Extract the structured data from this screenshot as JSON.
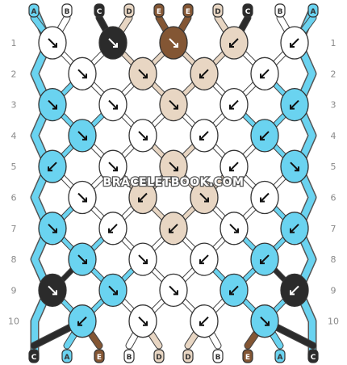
{
  "watermark": "BRACELETBOOK.COM",
  "colors": {
    "A": "#6ad3f0",
    "B": "#ffffff",
    "C": "#2b2b2b",
    "D": "#e8d6c3",
    "E": "#835634"
  },
  "top_strings": [
    "A",
    "B",
    "C",
    "D",
    "E",
    "E",
    "D",
    "C",
    "B",
    "A"
  ],
  "bottom_strings": [
    "C",
    "A",
    "E",
    "B",
    "D",
    "D",
    "B",
    "E",
    "A",
    "C"
  ],
  "rows": [
    {
      "label": "1",
      "knots": [
        {
          "c": "B",
          "d": "r"
        },
        {
          "c": "C",
          "d": "r"
        },
        {
          "c": "E",
          "d": "r"
        },
        {
          "c": "D",
          "d": "l"
        },
        {
          "c": "B",
          "d": "l"
        }
      ]
    },
    {
      "label": "2",
      "knots": [
        {
          "c": "B",
          "d": "r"
        },
        {
          "c": "D",
          "d": "r"
        },
        {
          "c": "D",
          "d": "l"
        },
        {
          "c": "B",
          "d": "l"
        }
      ]
    },
    {
      "label": "3",
      "knots": [
        {
          "c": "A",
          "d": "r"
        },
        {
          "c": "B",
          "d": "r"
        },
        {
          "c": "D",
          "d": "r"
        },
        {
          "c": "B",
          "d": "l"
        },
        {
          "c": "A",
          "d": "l"
        }
      ]
    },
    {
      "label": "4",
      "knots": [
        {
          "c": "A",
          "d": "r"
        },
        {
          "c": "B",
          "d": "r"
        },
        {
          "c": "B",
          "d": "l"
        },
        {
          "c": "A",
          "d": "l"
        }
      ]
    },
    {
      "label": "5",
      "knots": [
        {
          "c": "A",
          "d": "l"
        },
        {
          "c": "B",
          "d": "r"
        },
        {
          "c": "D",
          "d": "r"
        },
        {
          "c": "B",
          "d": "l"
        },
        {
          "c": "A",
          "d": "r"
        }
      ]
    },
    {
      "label": "6",
      "knots": [
        {
          "c": "B",
          "d": "r"
        },
        {
          "c": "D",
          "d": "l"
        },
        {
          "c": "D",
          "d": "r"
        },
        {
          "c": "B",
          "d": "l"
        }
      ]
    },
    {
      "label": "7",
      "knots": [
        {
          "c": "A",
          "d": "r"
        },
        {
          "c": "B",
          "d": "l"
        },
        {
          "c": "D",
          "d": "l"
        },
        {
          "c": "B",
          "d": "r"
        },
        {
          "c": "A",
          "d": "l"
        }
      ]
    },
    {
      "label": "8",
      "knots": [
        {
          "c": "A",
          "d": "r"
        },
        {
          "c": "B",
          "d": "r"
        },
        {
          "c": "B",
          "d": "l"
        },
        {
          "c": "A",
          "d": "l"
        }
      ]
    },
    {
      "label": "9",
      "knots": [
        {
          "c": "C",
          "d": "r"
        },
        {
          "c": "A",
          "d": "r"
        },
        {
          "c": "B",
          "d": "r"
        },
        {
          "c": "A",
          "d": "l"
        },
        {
          "c": "C",
          "d": "l"
        }
      ]
    },
    {
      "label": "10",
      "knots": [
        {
          "c": "A",
          "d": "l"
        },
        {
          "c": "B",
          "d": "r"
        },
        {
          "c": "B",
          "d": "l"
        },
        {
          "c": "A",
          "d": "r"
        }
      ]
    }
  ]
}
